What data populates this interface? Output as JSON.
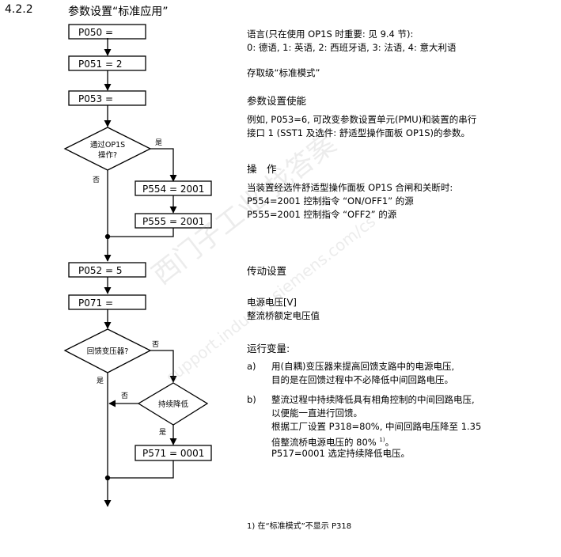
{
  "section": {
    "number": "4.2.2",
    "title": "参数设置“标准应用”"
  },
  "flow": {
    "p050": "P050 =",
    "p051": "P051 = 2",
    "p053": "P053 =",
    "d1_line1": "通过OP1S",
    "d1_line2": "操作?",
    "d1_yes": "是",
    "d1_no": "否",
    "p554": "P554 = 2001",
    "p555": "P555 = 2001",
    "p052": "P052 = 5",
    "p071": "P071 =",
    "d2_text": "回馈变压器?",
    "d2_no": "否",
    "d2_yes": "是",
    "d3_text": "持续降低",
    "d3_no": "否",
    "d3_yes": "是",
    "p571": "P571 = 0001"
  },
  "desc": {
    "lang_1": "语言(只在使用 OP1S 时重要: 见 9.4 节):",
    "lang_2": "0: 德语, 1: 英语, 2: 西班牙语, 3: 法语, 4: 意大利语",
    "access": "存取级“标准模式”",
    "enable_title": "参数设置使能",
    "enable_1": "例如, P053=6, 可改变参数设置单元(PMU)和装置的串行",
    "enable_2": "接口 1 (SST1 及选件: 舒适型操作面板 OP1S)的参数。",
    "op_title": "操　作",
    "op_1": "当装置经选件舒适型操作面板 OP1S 合闸和关断时:",
    "op_2": "P554=2001 控制指令 “ON/OFF1” 的源",
    "op_3": "P555=2001 控制指令 “OFF2” 的源",
    "drive_title": "传动设置",
    "volt_1": "电源电压[V]",
    "volt_2": "整流桥额定电压值",
    "run_title": "运行变量:",
    "a_label": "a)",
    "a_1": "用(自耦)变压器来提高回馈支路中的电源电压,",
    "a_2": "目的是在回馈过程中不必降低中间回路电压。",
    "b_label": "b)",
    "b_1": "整流过程中持续降低具有相角控制的中间回路电压,",
    "b_2": "以便能一直进行回馈。",
    "b_3": "根据工厂设置 P318=80%, 中间回路电压降至 1.35",
    "b_4": "倍整流桥电源电压的 80% ",
    "b_4_sup": "1)",
    "b_4_end": "。",
    "b_5": "P517=0001 选定持续降低电压。",
    "footnote": "1) 在“标准模式”不显示 P318"
  },
  "watermark": {
    "line1": "西门子工业 找答案",
    "line2": "support.industry.siemens.com/cs"
  },
  "colors": {
    "line": "#000000",
    "text": "#000000",
    "watermark": "#969696"
  }
}
